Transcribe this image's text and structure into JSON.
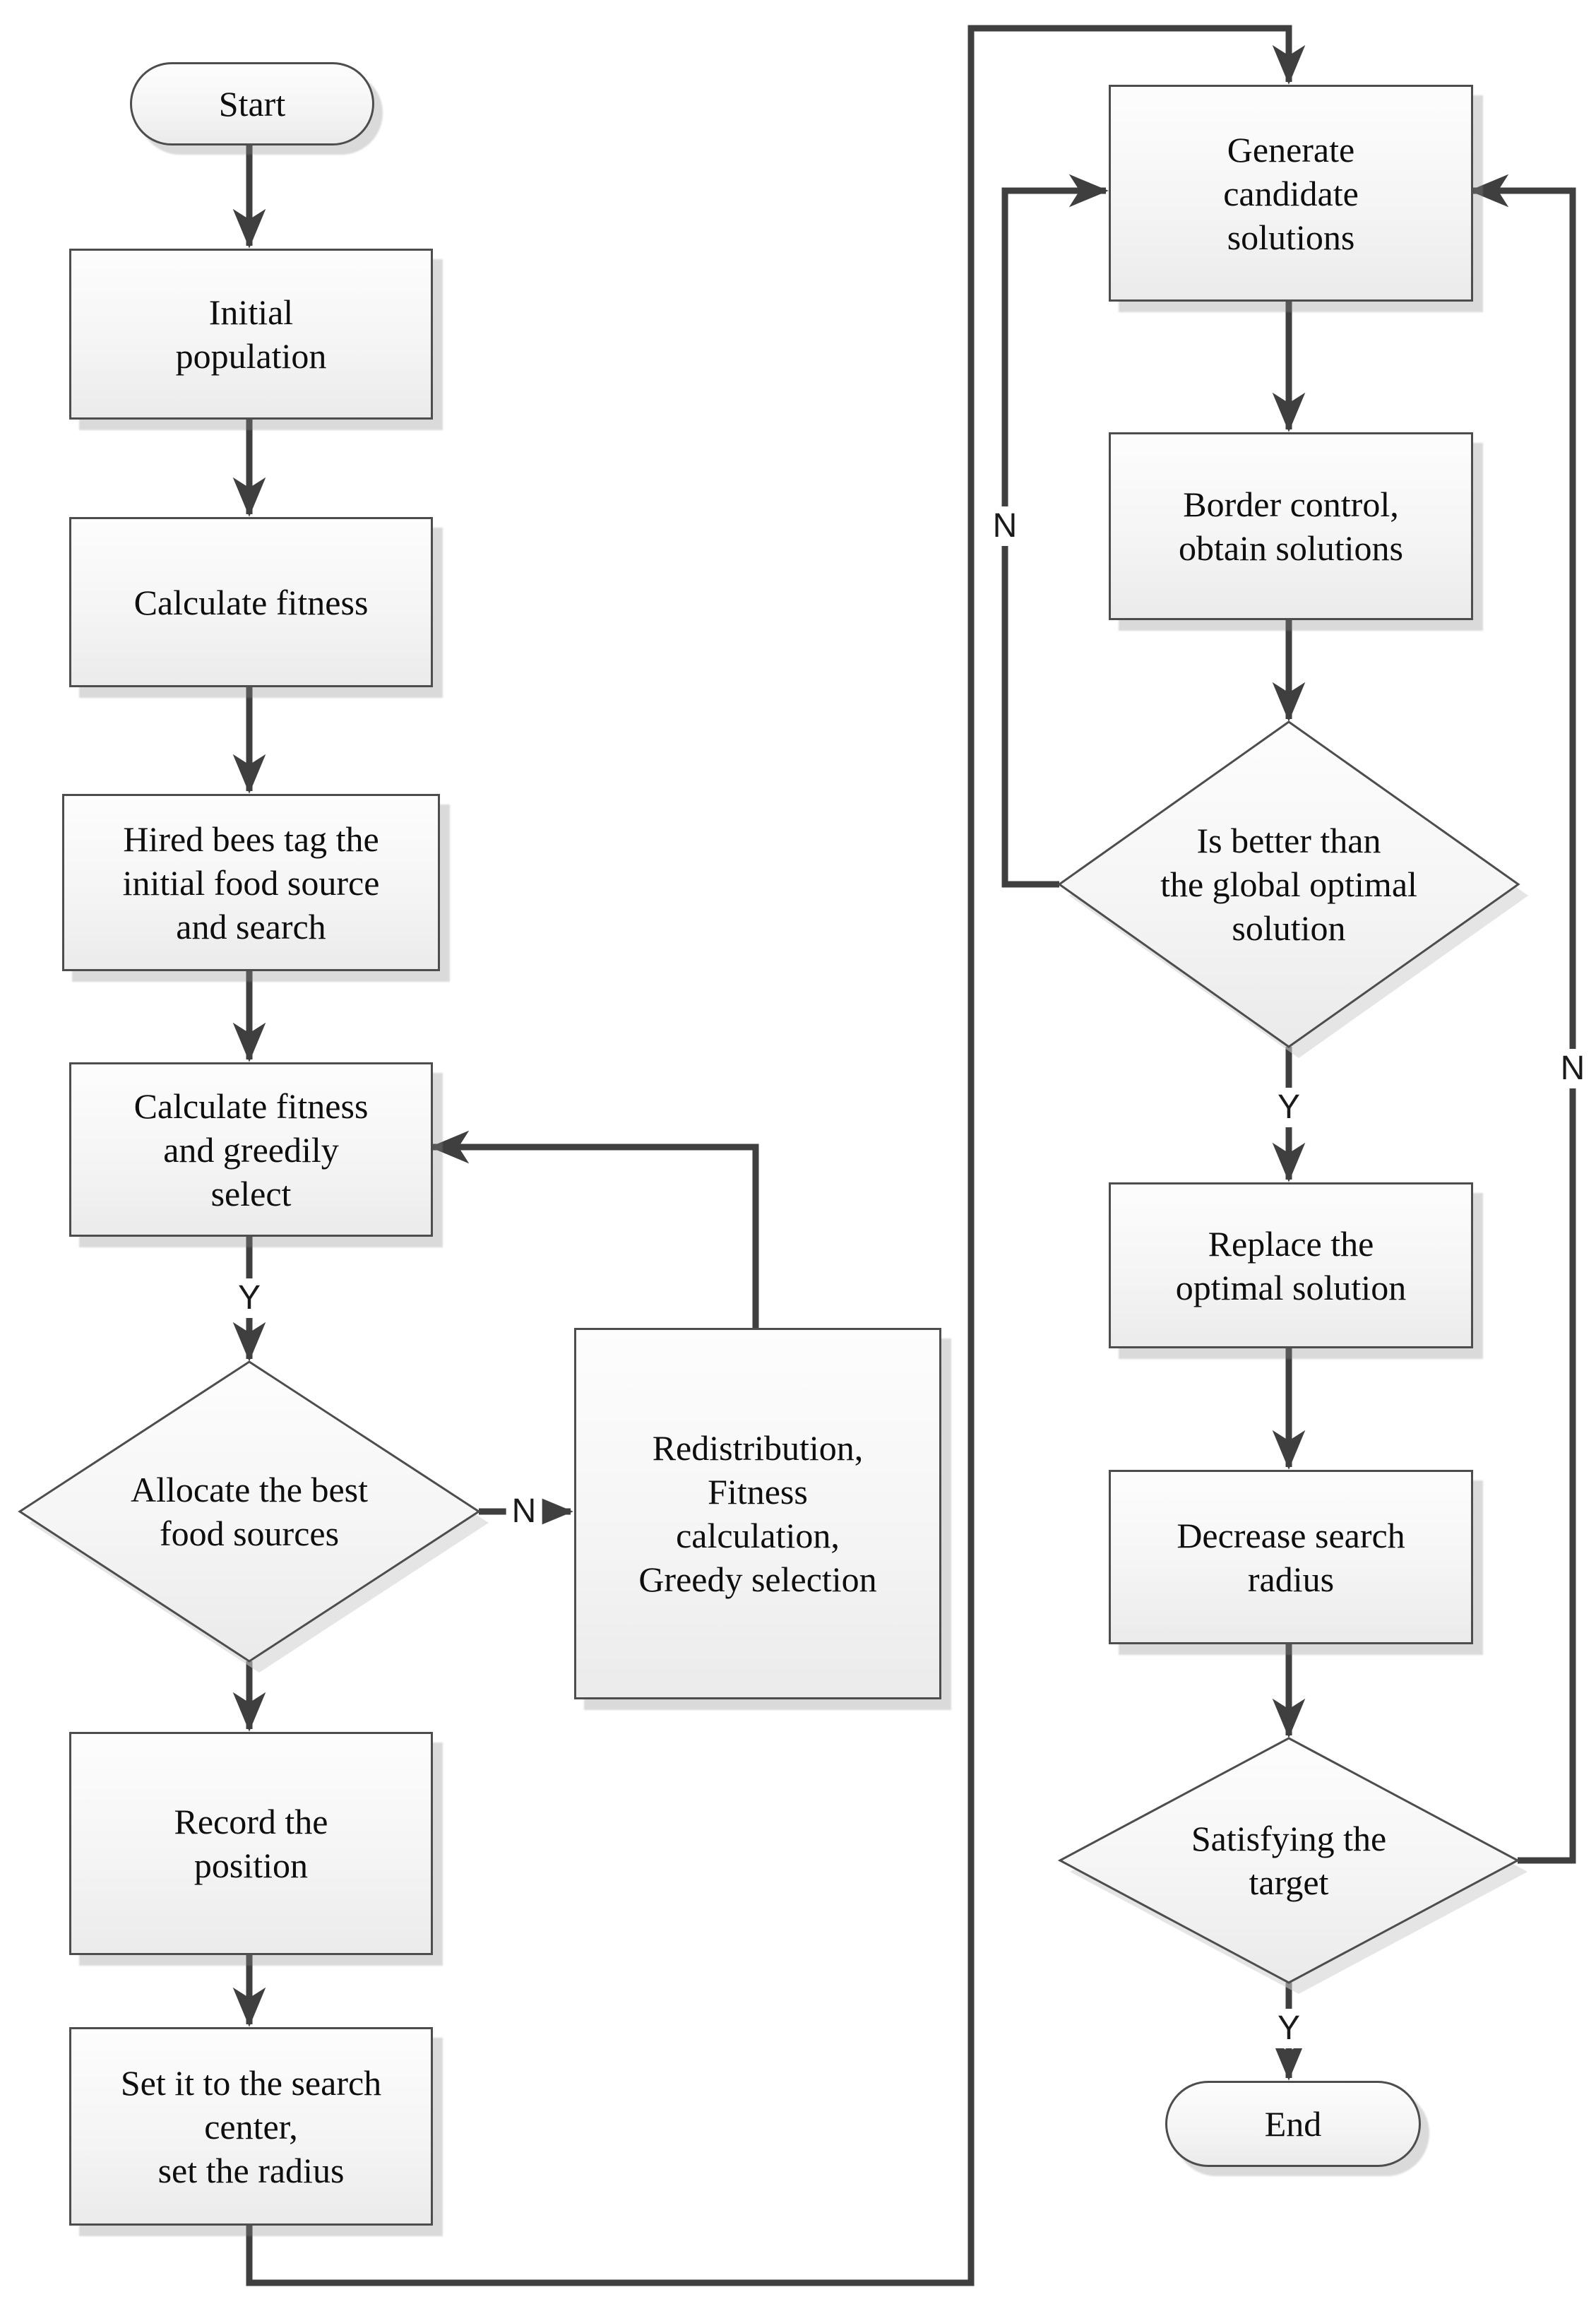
{
  "diagram": {
    "title_hint": "Artificial bee colony style optimization flowchart",
    "nodes": {
      "start": "Start",
      "initial_population": "Initial\npopulation",
      "calculate_fitness": "Calculate fitness",
      "hired_bees": "Hired bees tag the\ninitial food source\nand search",
      "calculate_greedy": "Calculate fitness\nand  greedily\nselect",
      "allocate_best": "Allocate the best\nfood sources",
      "redistribution": "Redistribution,\nFitness\ncalculation,\nGreedy selection",
      "record_position": "Record the\nposition",
      "set_center": "Set it to the search\ncenter,\nset the radius",
      "generate_candidates": "Generate\ncandidate\nsolutions",
      "border_control": "Border control,\nobtain solutions",
      "is_better": "Is better than\nthe global optimal\nsolution",
      "replace_optimal": "Replace the\noptimal solution",
      "decrease_radius": "Decrease search\nradius",
      "satisfying_target": "Satisfying the\ntarget",
      "end": "End"
    },
    "edge_labels": {
      "allocate_yes": "Y",
      "allocate_no": "N",
      "is_better_yes": "Y",
      "is_better_no": "N",
      "satisfying_yes": "Y",
      "satisfying_no": "N"
    },
    "colors": {
      "line": "#3f3f3f",
      "node_border": "#4d4d4d",
      "node_fill_top": "#fdfdfd",
      "node_fill_bottom": "#ebebeb",
      "text": "#0e0e0e",
      "background": "#ffffff"
    }
  }
}
